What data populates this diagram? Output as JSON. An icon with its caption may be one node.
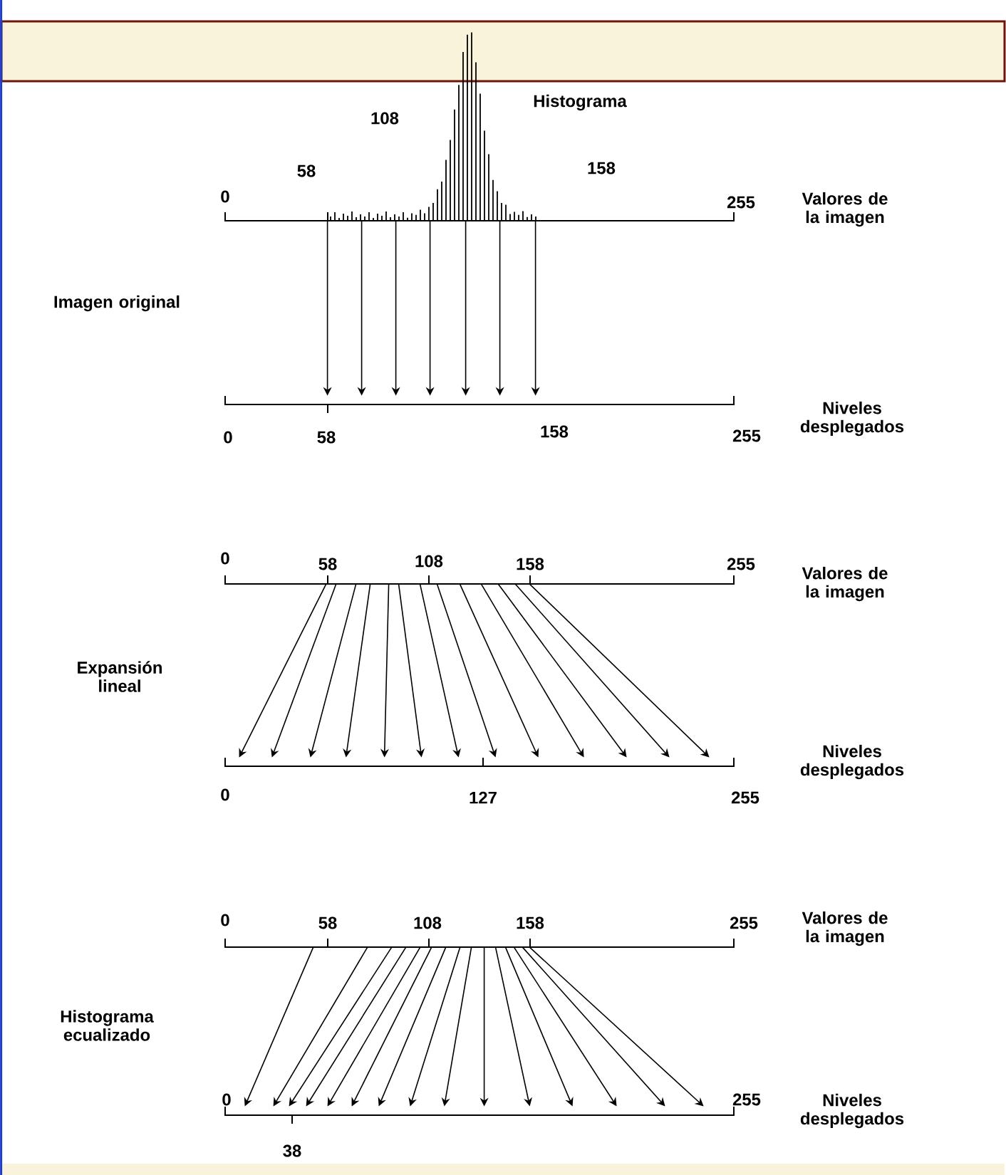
{
  "diagram": {
    "nodes": [
      {
        "text": [],
        "shape": "line"
      },
      {
        "text": [],
        "shape": "line"
      },
      {
        "text": [],
        "shape": "line"
      },
      {
        "text": [],
        "shape": "line"
      },
      {
        "text": [],
        "shape": "line"
      },
      {
        "text": [],
        "shape": "line"
      }
    ],
    "edges": [
      {
        "from": 0,
        "to": 1,
        "arrow": "to"
      },
      {
        "from": 0,
        "to": 1,
        "arrow": "to"
      },
      {
        "from": 0,
        "to": 1,
        "arrow": "to"
      },
      {
        "from": 0,
        "to": 1,
        "arrow": "to"
      },
      {
        "from": 0,
        "to": 1,
        "arrow": "to"
      },
      {
        "from": 0,
        "to": 1,
        "arrow": "to"
      },
      {
        "from": 0,
        "to": 1,
        "arrow": "to"
      },
      {
        "from": 2,
        "to": 3,
        "arrow": "to"
      },
      {
        "from": 2,
        "to": 3,
        "arrow": "to"
      },
      {
        "from": 2,
        "to": 3,
        "arrow": "to"
      },
      {
        "from": 2,
        "to": 3,
        "arrow": "to"
      },
      {
        "from": 2,
        "to": 3,
        "arrow": "to"
      },
      {
        "from": 2,
        "to": 3,
        "arrow": "to"
      },
      {
        "from": 2,
        "to": 3,
        "arrow": "to"
      },
      {
        "from": 2,
        "to": 3,
        "arrow": "to"
      },
      {
        "from": 2,
        "to": 3,
        "arrow": "to"
      },
      {
        "from": 2,
        "to": 3,
        "arrow": "to"
      },
      {
        "from": 2,
        "to": 3,
        "arrow": "to"
      },
      {
        "from": 2,
        "to": 3,
        "arrow": "to"
      },
      {
        "from": 2,
        "to": 3,
        "arrow": "to"
      },
      {
        "from": 4,
        "to": 5,
        "arrow": "to"
      },
      {
        "from": 4,
        "to": 5,
        "arrow": "to"
      },
      {
        "from": 4,
        "to": 5,
        "arrow": "to"
      },
      {
        "from": 4,
        "to": 5,
        "arrow": "to"
      },
      {
        "from": 4,
        "to": 5,
        "arrow": "to"
      },
      {
        "from": 4,
        "to": 5,
        "arrow": "to"
      },
      {
        "from": 4,
        "to": 5,
        "arrow": "to"
      },
      {
        "from": 4,
        "to": 5,
        "arrow": "to"
      },
      {
        "from": 4,
        "to": 5,
        "arrow": "to"
      },
      {
        "from": 4,
        "to": 5,
        "arrow": "to"
      },
      {
        "from": 4,
        "to": 5,
        "arrow": "to"
      },
      {
        "from": 4,
        "to": 5,
        "arrow": "to"
      },
      {
        "from": 4,
        "to": 5,
        "arrow": "to"
      },
      {
        "from": 4,
        "to": 5,
        "arrow": "to"
      },
      {
        "from": 4,
        "to": 5,
        "arrow": "to"
      }
    ],
    "labels": [
      "Histograma",
      "108",
      "58",
      "158",
      "0",
      "255",
      "Valores de la imagen",
      "Imagen original",
      "0",
      "58",
      "158",
      "255",
      "Niveles desplegados",
      "0",
      "58",
      "108",
      "158",
      "255",
      "Valores de la imagen",
      "Expansión lineal",
      "0",
      "127",
      "255",
      "Niveles desplegados",
      "0",
      "58",
      "108",
      "158",
      "255",
      "Valores de la imagen",
      "Histograma ecualizado",
      "0",
      "255",
      "Niveles desplegados",
      "38"
    ]
  }
}
